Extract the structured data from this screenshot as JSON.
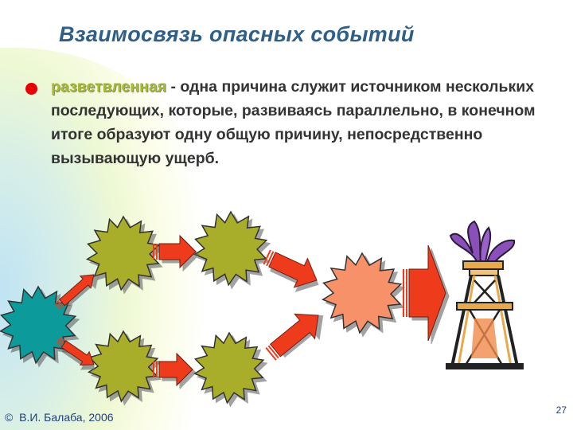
{
  "slide": {
    "title": "Взаимосвязь опасных событий",
    "keyword": "разветвленная",
    "definition": " - одна причина служит источником нескольких последующих, которые, развиваясь параллельно, в конечном итоге образуют одну общую причину, непосредственно вызывающую ущерб.",
    "copyright_symbol": "©",
    "author": "В.И. Балаба, 2006",
    "page_number": "27"
  },
  "colors": {
    "title": "#2e5f8a",
    "keyword": "#a7bc2a",
    "bullet": "#e60000",
    "initial_event": "#0e9a9a",
    "parallel_events": "#a8ae2a",
    "common_event": "#f7916a",
    "arrows": "#ee3b1c",
    "tower_flame": "#8a4fb8"
  },
  "diagram": {
    "events": [
      {
        "id": "initial",
        "role": "source cause"
      },
      {
        "id": "branch-1a",
        "role": "parallel event"
      },
      {
        "id": "branch-1b",
        "role": "parallel event"
      },
      {
        "id": "branch-2a",
        "role": "parallel event"
      },
      {
        "id": "branch-2b",
        "role": "parallel event"
      },
      {
        "id": "common",
        "role": "common cause"
      }
    ],
    "result_icon": "oil-rig-fire-icon"
  }
}
